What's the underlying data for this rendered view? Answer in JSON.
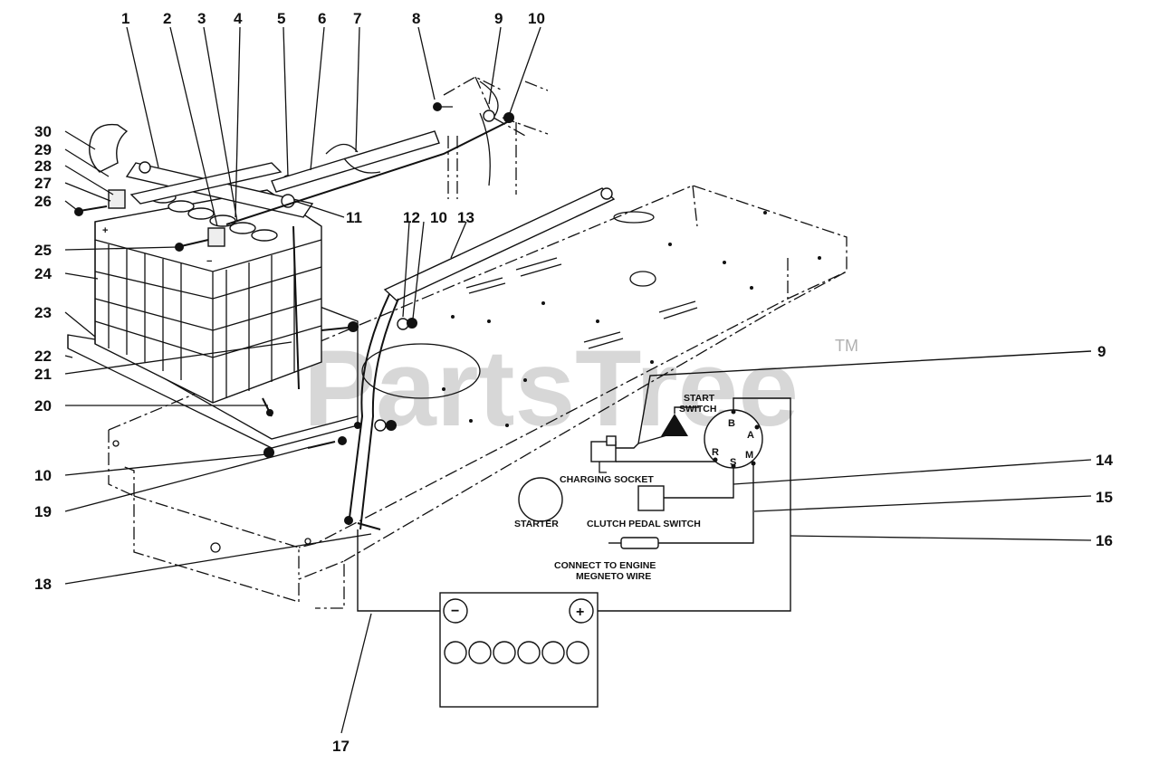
{
  "watermark": {
    "text": "PartsTree",
    "trademark": "TM"
  },
  "callouts": [
    "1",
    "2",
    "3",
    "4",
    "5",
    "6",
    "7",
    "8",
    "9",
    "10",
    "11",
    "12",
    "10",
    "13",
    "30",
    "29",
    "28",
    "27",
    "26",
    "25",
    "24",
    "23",
    "22",
    "21",
    "20",
    "10",
    "19",
    "18",
    "17",
    "9",
    "14",
    "15",
    "16"
  ],
  "schematic": {
    "start_switch": "START SWITCH",
    "charging_socket": "CHARGING SOCKET",
    "starter": "STARTER",
    "clutch_pedal_switch": "CLUTCH PEDAL SWITCH",
    "connect_line1": "CONNECT TO ENGINE",
    "connect_line2": "MEGNETO WIRE",
    "terminals": {
      "b": "B",
      "a": "A",
      "r": "R",
      "s": "S",
      "m": "M"
    },
    "battery_minus": "−",
    "battery_plus": "+"
  },
  "battery_marks": {
    "plus": "+",
    "minus": "−"
  }
}
